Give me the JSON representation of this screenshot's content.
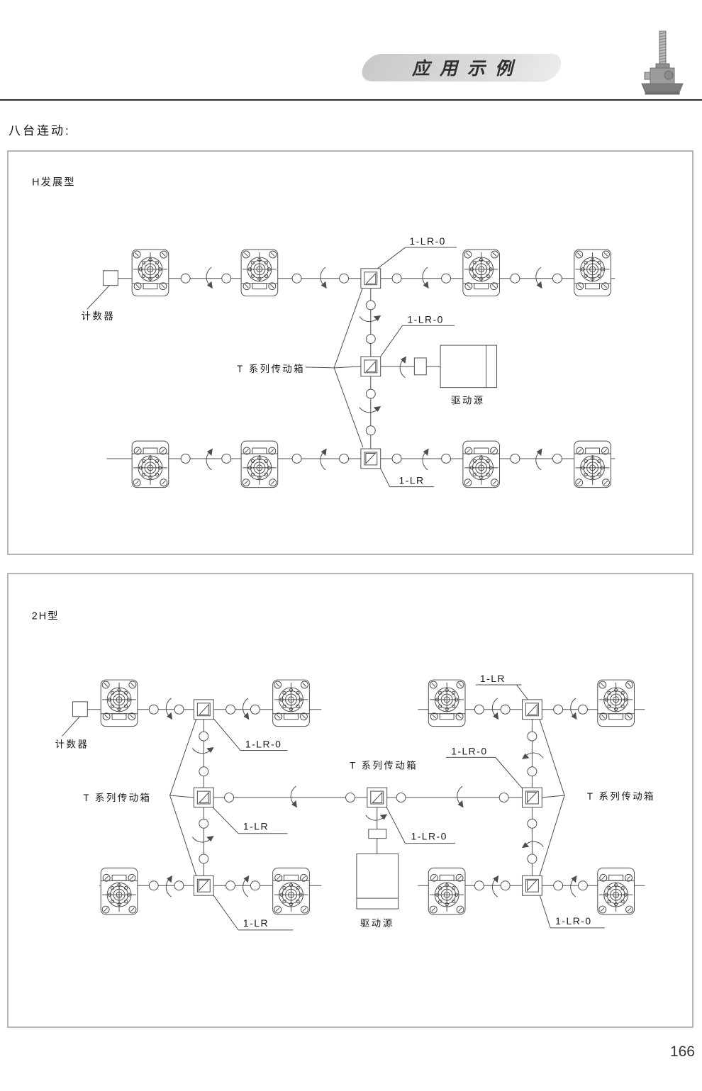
{
  "header": {
    "title": "应用示例"
  },
  "page": {
    "section_title": "八台连动:",
    "page_number": "166"
  },
  "panel1": {
    "type_label": "H发展型",
    "labels": {
      "counter": "计数器",
      "lr0_top": "1-LR-0",
      "lr0_mid": "1-LR-0",
      "series_box": "T 系列传动箱",
      "drive": "驱动源",
      "lr": "1-LR"
    }
  },
  "panel2": {
    "type_label": "2H型",
    "labels": {
      "counter": "计数器",
      "lr_top": "1-LR",
      "lr0_top_left": "1-LR-0",
      "lr0_right": "1-LR-0",
      "series_left": "T 系列传动箱",
      "series_center": "T 系列传动箱",
      "series_right": "T 系列传动箱",
      "lr_mid": "1-LR",
      "lr0_center": "1-LR-0",
      "drive": "驱动源",
      "lr_bottom": "1-LR",
      "lr0_bottom": "1-LR-0"
    }
  }
}
